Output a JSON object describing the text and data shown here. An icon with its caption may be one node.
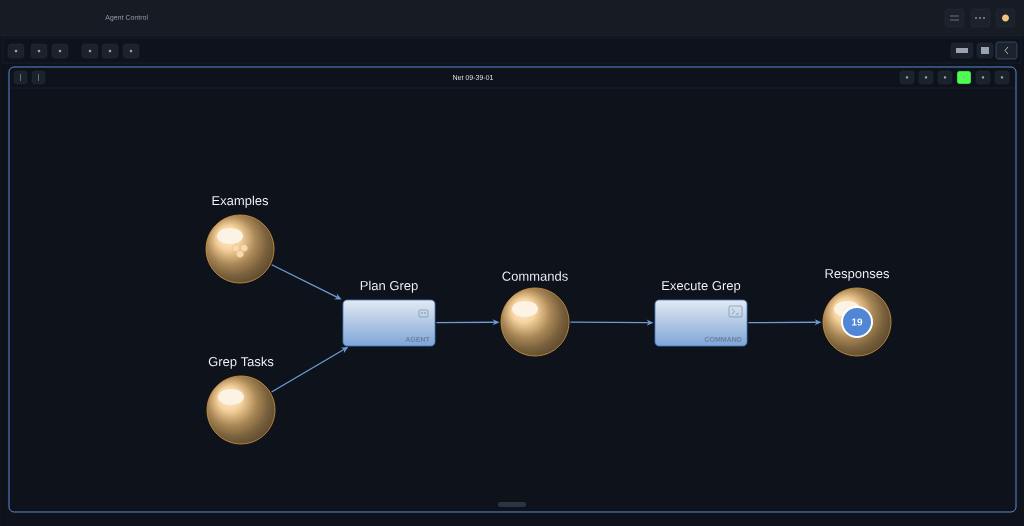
{
  "diagram": {
    "title": "Net 09-39-01",
    "nodes": [
      {
        "text": [
          "Examples"
        ]
      },
      {
        "text": [
          "Grep Tasks"
        ]
      },
      {
        "text": [
          "Plan Grep",
          "AGENT"
        ]
      },
      {
        "text": [
          "Commands"
        ]
      },
      {
        "text": [
          "Execute Grep",
          "COMMAND"
        ]
      },
      {
        "text": [
          "Responses",
          "19"
        ]
      }
    ],
    "edges": [
      {
        "from": 0,
        "to": 2,
        "arrow": "to"
      },
      {
        "from": 1,
        "to": 2,
        "arrow": "to"
      },
      {
        "from": 2,
        "to": 3,
        "arrow": "to"
      },
      {
        "from": 3,
        "to": 4,
        "arrow": "to"
      },
      {
        "from": 4,
        "to": 5,
        "arrow": "to"
      }
    ],
    "labels": [
      "Agent Control"
    ]
  }
}
